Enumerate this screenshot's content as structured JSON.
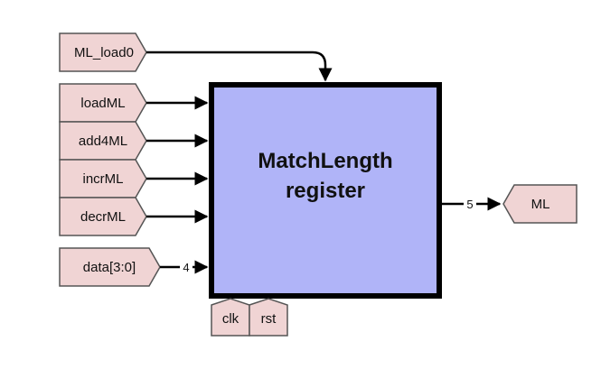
{
  "block": {
    "line1": "MatchLength",
    "line2": "register"
  },
  "colors": {
    "block_fill": "#b0b4f8",
    "block_border": "#000000",
    "port_fill": "#f0d4d4",
    "port_border": "#555555",
    "wire": "#000000"
  },
  "inputs": {
    "ml_load0": "ML_load0",
    "load_ml": "loadML",
    "add4_ml": "add4ML",
    "incr_ml": "incrML",
    "decr_ml": "decrML",
    "data": "data[3:0]",
    "data_width": "4"
  },
  "outputs": {
    "ml": "ML",
    "ml_width": "5"
  },
  "control": {
    "clk": "clk",
    "rst": "rst"
  }
}
